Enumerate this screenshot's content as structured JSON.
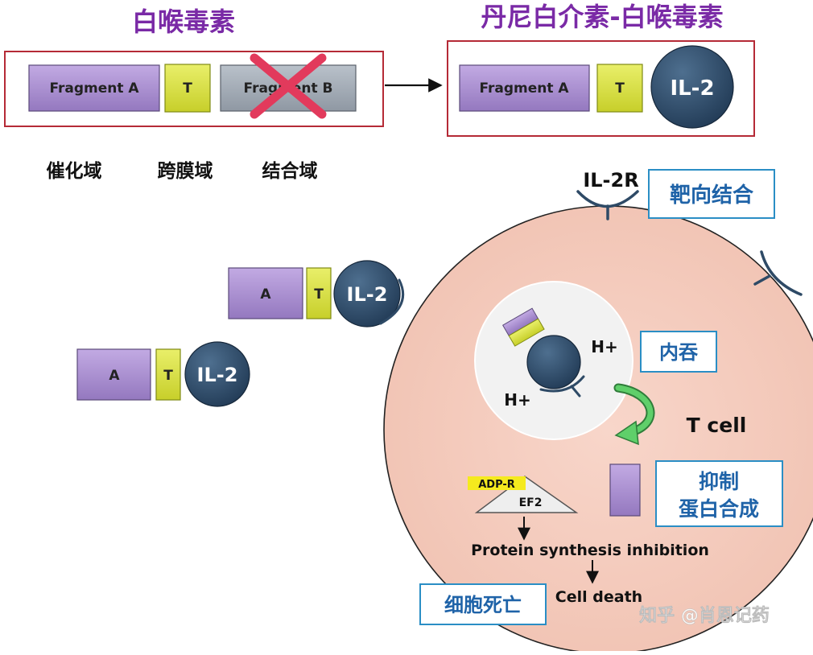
{
  "titles": {
    "diphtheria_toxin": "白喉毒素",
    "denileukin_diftitox": "丹尼白介素-白喉毒素"
  },
  "toxin_construct": {
    "fragment_a": "Fragment A",
    "t": "T",
    "fragment_b": "Fragment B"
  },
  "fusion_construct": {
    "fragment_a": "Fragment A",
    "t": "T",
    "il2": "IL-2"
  },
  "domain_labels": {
    "catalytic": "催化域",
    "transmembrane": "跨膜域",
    "binding": "结合域"
  },
  "receptor_label": "IL-2R",
  "free_molecule_1": {
    "a": "A",
    "t": "T",
    "il2": "IL-2"
  },
  "free_molecule_2": {
    "a": "A",
    "t": "T",
    "il2": "IL-2"
  },
  "endosome": {
    "h_plus_1": "H+",
    "h_plus_2": "H+"
  },
  "cell_label": "T cell",
  "process_boxes": {
    "targeting": "靶向结合",
    "endocytosis": "内吞",
    "inhibit_line1": "抑制",
    "inhibit_line2": "蛋白合成",
    "cell_death": "细胞死亡"
  },
  "pathway": {
    "adp_r": "ADP-R",
    "ef2": "EF2",
    "protein_synthesis": "Protein synthesis inhibition",
    "cell_death": "Cell death"
  },
  "watermark": "知乎 @肖恩记药",
  "colors": {
    "title_purple": "#7a2aa6",
    "fragment_purple": "#a98bd0",
    "t_yellow": "#d8e042",
    "fragment_b_gray": "#a2abb6",
    "il2_navy": "#2e4a66",
    "cell_pink": "#f5cbbd",
    "box_border_red": "#b52a36",
    "box_border_blue": "#2a8ec5",
    "box_text_blue": "#1f63a8",
    "x_red": "#e23a5c",
    "arrow_green": "#5fcf6a"
  }
}
